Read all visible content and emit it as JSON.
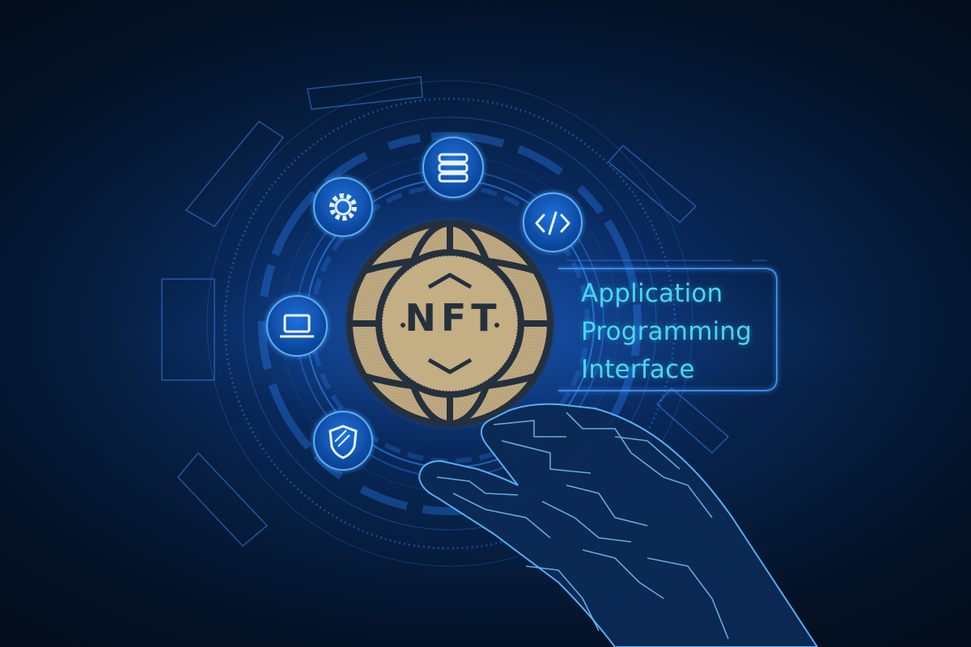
{
  "hero": {
    "badge_text": "NFT",
    "label_lines": [
      "Application",
      "Programming",
      "Interface"
    ]
  },
  "icons": [
    {
      "name": "database-icon"
    },
    {
      "name": "code-icon"
    },
    {
      "name": "gear-icon"
    },
    {
      "name": "laptop-icon"
    },
    {
      "name": "shield-icon"
    },
    {
      "name": "globe-icon"
    },
    {
      "name": "robotic-hand"
    }
  ],
  "colors": {
    "background": "#04101f",
    "glow": "#2a8cff",
    "label_text": "#47d7f1",
    "badge_gold": "#c4ae84",
    "badge_dark": "#24303d"
  }
}
